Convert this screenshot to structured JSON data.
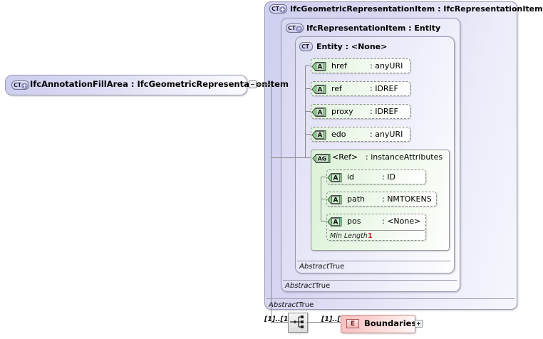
{
  "diagram": {
    "kind": "xsd-schema-diagram",
    "root": {
      "icon": "complextype-expand-icon",
      "label": "IfcAnnotationFillArea : IfcGeometricRepresentationItem",
      "name": "IfcAnnotationFillArea",
      "base": "IfcGeometricRepresentationItem",
      "toggle": "collapse-minus"
    },
    "containers": [
      {
        "icon": "complextype-expand-icon",
        "label": "IfcGeometricRepresentationItem : IfcRepresentationItem",
        "abstract_label": "Abstract",
        "abstract_value": "True"
      },
      {
        "icon": "complextype-expand-icon",
        "label": "IfcRepresentationItem : Entity",
        "abstract_label": "Abstract",
        "abstract_value": "True"
      },
      {
        "icon": "complextype-icon",
        "label": "Entity    : <None>",
        "abstract_label": "Abstract",
        "abstract_value": "True"
      }
    ],
    "attributes": [
      {
        "icon": "attribute-icon",
        "name": "href",
        "type": ": anyURI"
      },
      {
        "icon": "attribute-icon",
        "name": "ref",
        "type": ": IDREF"
      },
      {
        "icon": "attribute-icon",
        "name": "proxy",
        "type": ": IDREF"
      },
      {
        "icon": "attribute-icon",
        "name": "edo",
        "type": ": anyURI"
      }
    ],
    "attribute_group": {
      "icon": "attribute-group-icon",
      "name": "<Ref>",
      "type": ": instanceAttributes",
      "members": [
        {
          "icon": "attribute-icon",
          "name": "id",
          "type": ": ID"
        },
        {
          "icon": "attribute-icon",
          "name": "path",
          "type": ": NMTOKENS"
        },
        {
          "icon": "attribute-icon",
          "name": "pos",
          "type": ": <None>",
          "facet_label": "Min Length",
          "facet_value": "1"
        }
      ]
    },
    "content_model": {
      "compositor": "sequence-icon",
      "cardinality_left": "[1]..[1]",
      "cardinality_right": "[1]..[1]",
      "element": {
        "icon": "element-icon",
        "icon_letter": "E",
        "label": "Boundaries",
        "toggle": "expand-plus"
      }
    },
    "colors": {
      "complextype_fill": "#d8d8f2",
      "attribute_fill": "#e4f5e0",
      "element_fill": "#f9cccc",
      "facet_value": "#cc2222",
      "line": "#8a8a8a"
    }
  }
}
